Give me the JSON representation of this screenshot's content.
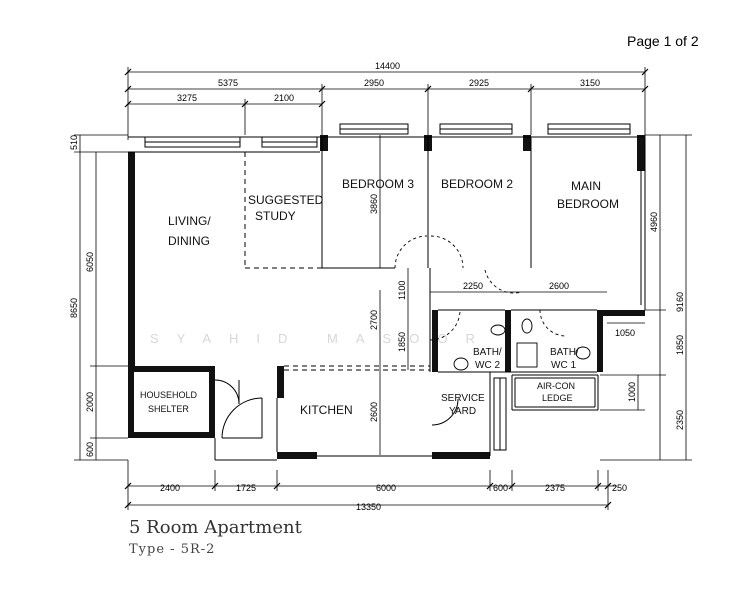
{
  "page_label": "Page 1 of 2",
  "caption": {
    "title": "5 Room Apartment",
    "type": "Type - 5R-2"
  },
  "watermark": "SYAHID MASOOR",
  "rooms": {
    "living": [
      "LIVING/",
      "DINING"
    ],
    "study": [
      "SUGGESTED",
      "STUDY"
    ],
    "bedroom3": "BEDROOM 3",
    "bedroom2": "BEDROOM 2",
    "main_bedroom": [
      "MAIN",
      "BEDROOM"
    ],
    "bath2": [
      "BATH/",
      "WC 2"
    ],
    "bath1": [
      "BATH/",
      "WC 1"
    ],
    "aircon": [
      "AIR-CON",
      "LEDGE"
    ],
    "household": [
      "HOUSEHOLD",
      "SHELTER"
    ],
    "kitchen": "KITCHEN",
    "service": [
      "SERVICE",
      "YARD"
    ]
  },
  "dimensions": {
    "top_total": "14400",
    "top_row2": [
      "5375",
      "2950",
      "2925",
      "3150"
    ],
    "top_row3": [
      "3275",
      "2100"
    ],
    "left": [
      "510",
      "6050",
      "8650",
      "2000",
      "600"
    ],
    "right": [
      "4960",
      "9160",
      "1850",
      "1000",
      "2350"
    ],
    "interior": [
      "3860",
      "1100",
      "2250",
      "2600",
      "2700",
      "1850",
      "2600",
      "1050"
    ],
    "bottom_row1": [
      "2400",
      "1725",
      "6000",
      "600",
      "2375",
      "250"
    ],
    "bottom_total": "13350"
  }
}
